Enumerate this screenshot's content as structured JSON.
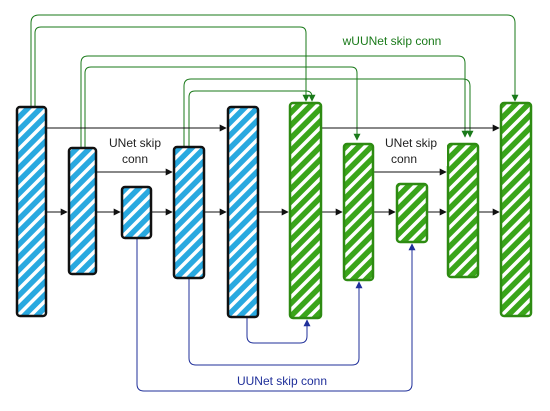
{
  "labels": {
    "wuunet_skip": "wUUNet skip conn",
    "unet_skip_left_line1": "UNet skip",
    "unet_skip_left_line2": "conn",
    "unet_skip_right_line1": "UNet skip",
    "unet_skip_right_line2": "conn",
    "uunet_skip": "UUNet skip conn"
  },
  "colors": {
    "encoder_fill": "#29a9e0",
    "decoder_fill": "#3aa51a",
    "block_outline": "#111111",
    "decoder_outline": "#2e8b12",
    "black_arrow": "#111111",
    "green_connection": "#1a7a1a",
    "blue_connection": "#1f2f9a",
    "label_green": "#1a7a1a",
    "label_blue": "#1f2f9a",
    "label_black": "#222222"
  }
}
